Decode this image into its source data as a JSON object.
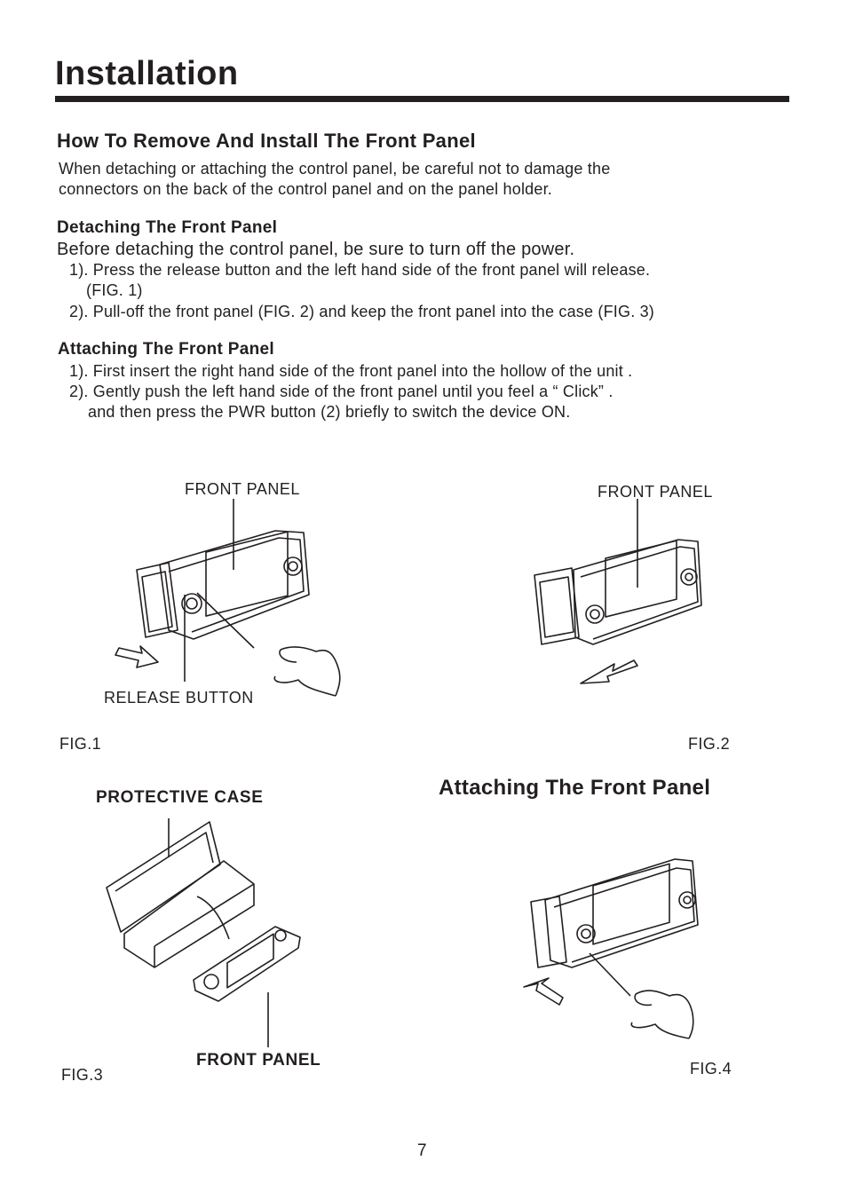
{
  "page": {
    "title": "Installation",
    "page_number": "7"
  },
  "section": {
    "heading": "How To Remove And Install The Front Panel",
    "intro_line1": "When detaching or attaching the control panel, be careful not to damage the",
    "intro_line2": "connectors on the back of the control panel and on the panel holder."
  },
  "detaching": {
    "heading": "Detaching The Front Panel",
    "lead": "Before detaching the control panel, be sure to turn off the power.",
    "step1_line1": "1). Press the release button and the left hand side of the front panel will release.",
    "step1_line2": "(FIG. 1)",
    "step2": "2). Pull-off the front panel (FIG. 2) and keep the front panel into the case (FIG. 3)"
  },
  "attaching": {
    "heading": "Attaching The Front Panel",
    "step1": "1). First insert the right hand side of the front panel into the hollow of the unit .",
    "step2_line1": "2). Gently push the left hand side of the front panel until you feel a  “ Click” .",
    "step2_line2": "and then press the PWR button (2) briefly to switch the device ON."
  },
  "figures": {
    "fig1": {
      "label": "FIG.1",
      "callout_top": "FRONT PANEL",
      "callout_bottom": "RELEASE BUTTON"
    },
    "fig2": {
      "label": "FIG.2",
      "callout_top": "FRONT PANEL"
    },
    "fig3": {
      "label": "FIG.3",
      "callout_top": "PROTECTIVE CASE",
      "callout_bottom": "FRONT PANEL"
    },
    "fig4": {
      "label": "FIG.4",
      "heading": "Attaching The Front Panel"
    }
  }
}
